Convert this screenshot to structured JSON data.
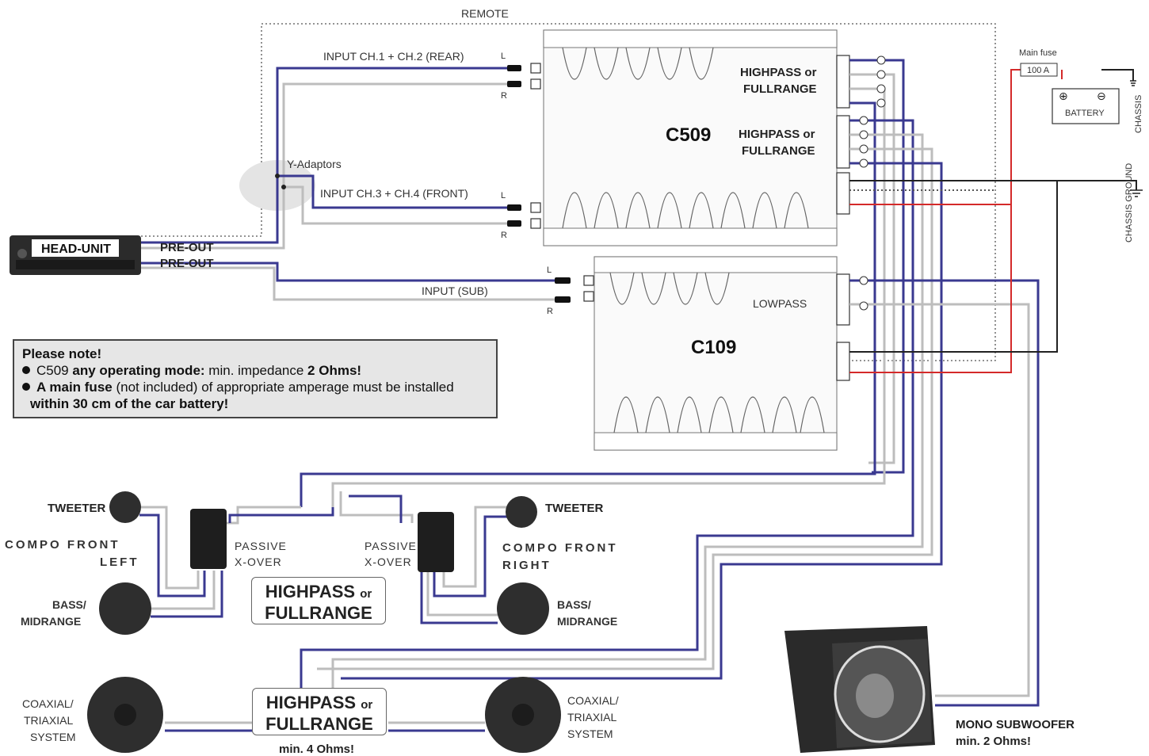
{
  "remote_label": "REMOTE",
  "head_unit": {
    "label": "HEAD-UNIT",
    "preout_1": "PRE-OUT",
    "preout_2": "PRE-OUT"
  },
  "inputs": {
    "ch12": "INPUT CH.1 + CH.2 (REAR)",
    "y_adaptors": "Y-Adaptors",
    "ch34": "INPUT CH.3 + CH.4 (FRONT)",
    "sub": "INPUT (SUB)",
    "l": "L",
    "r": "R"
  },
  "amp_c509": {
    "model": "C509",
    "mode_1_line1": "HIGHPASS or",
    "mode_1_line2": "FULLRANGE",
    "mode_2_line1": "HIGHPASS or",
    "mode_2_line2": "FULLRANGE"
  },
  "amp_c109": {
    "model": "C109",
    "mode": "LOWPASS"
  },
  "power": {
    "main_fuse": "Main fuse",
    "fuse_rating": "100 A",
    "battery": "BATTERY",
    "chassis": "CHASSIS",
    "chassis_ground": "CHASSIS GROUND"
  },
  "note": {
    "title": "Please note!",
    "line1_pre": "C509",
    "line1_bold": "any operating mode:",
    "line1_mid": "min. impedance",
    "line1_value": "2 Ohms!",
    "line2_bold": "A main fuse",
    "line2_paren": "(not included)",
    "line2_rest": "of appropriate amperage must be installed",
    "line3": "within 30 cm of the car battery!"
  },
  "speakers": {
    "tweeter_left": "TWEETER",
    "tweeter_right": "TWEETER",
    "compo_front_left_1": "COMPO FRONT",
    "compo_front_left_2": "LEFT",
    "compo_front_right_1": "COMPO FRONT",
    "compo_front_right_2": "RIGHT",
    "passive_left_1": "PASSIVE",
    "passive_left_2": "X-OVER",
    "passive_right_1": "PASSIVE",
    "passive_right_2": "X-OVER",
    "bass_left_1": "BASS/",
    "bass_left_2": "MIDRANGE",
    "bass_right_1": "BASS/",
    "bass_right_2": "MIDRANGE",
    "coax_left_1": "COAXIAL/",
    "coax_left_2": "TRIAXIAL",
    "coax_left_3": "SYSTEM",
    "coax_right_1": "COAXIAL/",
    "coax_right_2": "TRIAXIAL",
    "coax_right_3": "SYSTEM",
    "sub_1": "MONO SUBWOOFER",
    "sub_2": "min. 2 Ohms!"
  },
  "mode_boxes": {
    "front_line1": "HIGHPASS",
    "front_or": "or",
    "front_line2": "FULLRANGE",
    "rear_line1": "HIGHPASS",
    "rear_or": "or",
    "rear_line2": "FULLRANGE",
    "rear_min": "min. 4 Ohms!"
  },
  "colors": {
    "signal_positive": "#3a3990",
    "signal_negative": "#bdbdbd",
    "power": "#d42a2a",
    "ground": "#222222"
  }
}
